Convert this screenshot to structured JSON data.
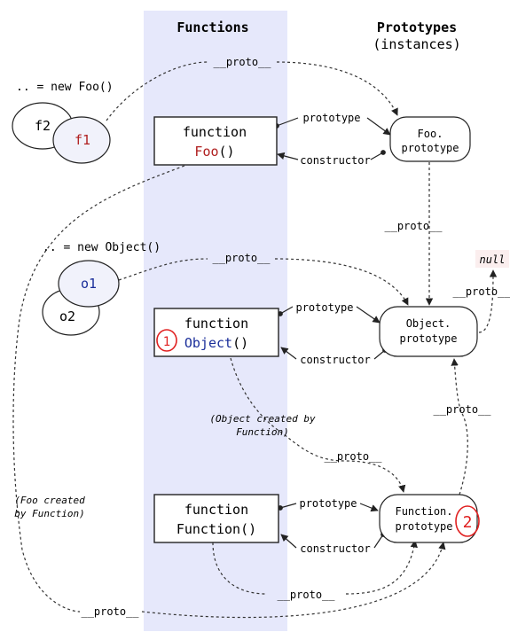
{
  "headings": {
    "functions": "Functions",
    "prototypes": "Prototypes",
    "instances": "(instances)"
  },
  "nodes": {
    "fn_foo": {
      "line1": "function",
      "name": "Foo",
      "suffix": "()"
    },
    "fn_object": {
      "line1": "function",
      "name": "Object",
      "suffix": "()"
    },
    "fn_function": {
      "line1": "function",
      "line2": "Function()"
    },
    "foo_proto": {
      "line1": "Foo.",
      "line2": "prototype"
    },
    "object_proto": {
      "line1": "Object.",
      "line2": "prototype"
    },
    "function_proto": {
      "line1": "Function.",
      "line2": "prototype"
    },
    "f1": "f1",
    "f2": "f2",
    "o1": "o1",
    "o2": "o2",
    "null_value": "null"
  },
  "labels": {
    "new_foo": ".. = new Foo()",
    "new_object": ".. = new Object()",
    "proto": "__proto__",
    "prototype": "prototype",
    "constructor": "constructor",
    "object_created_line1": "(Object created by",
    "object_created_line2": "Function)",
    "foo_created_line1": "(Foo created",
    "foo_created_line2": "by Function)"
  },
  "annotations": {
    "mark_1": "1",
    "mark_2": "2"
  },
  "colors": {
    "highlight_band": "#e6e8fb",
    "foo_name": "#b02020",
    "object_name": "#1a2e9a",
    "o1_text": "#1a2e9a",
    "f1_text": "#b02020",
    "f1_fill": "#f1f2fb",
    "o1_fill": "#f1f2fb",
    "annotation": "#e02020",
    "null_bg": "#fbeeee"
  }
}
